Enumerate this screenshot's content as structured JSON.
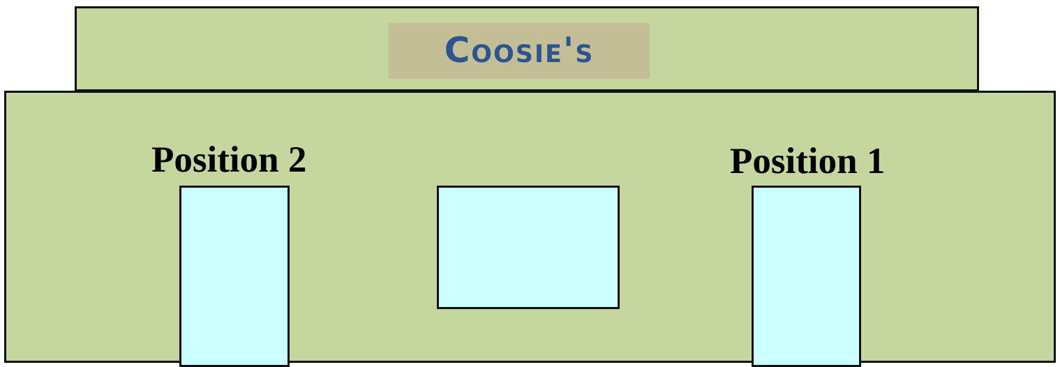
{
  "storefront": {
    "sign_text": "Coosie's",
    "left_door_label": "Position 2",
    "right_door_label": "Position 1"
  },
  "colors": {
    "wall": "#c5d69e",
    "sign_background": "#c4be96",
    "sign_text": "#2a5590",
    "glass": "#ccffff",
    "outline": "#111111"
  }
}
